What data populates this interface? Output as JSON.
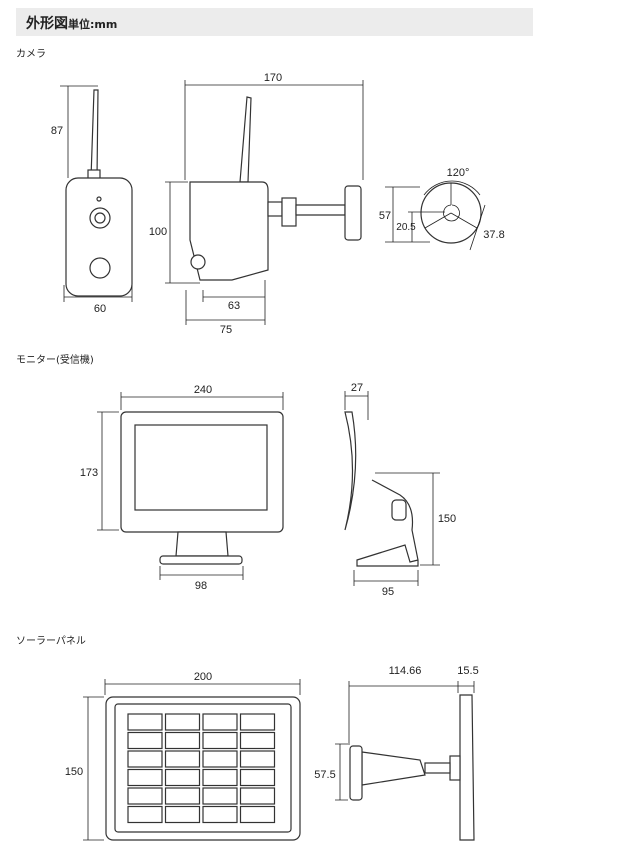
{
  "header": {
    "title": "外形図",
    "unit": "単位:mm"
  },
  "sections": {
    "camera": "カメラ",
    "monitor": "モニター(受信機)",
    "solar": "ソーラーパネル"
  },
  "camera": {
    "antenna_height": "87",
    "width": "60",
    "depth_total": "170",
    "height": "100",
    "depth_body": "63",
    "depth_75": "75",
    "angle": "120°",
    "mount_height": "57",
    "mount_offset": "20.5",
    "mount_dia": "37.8"
  },
  "monitor": {
    "width": "240",
    "height": "173",
    "stand_width": "98",
    "thickness": "27",
    "stand_height": "150",
    "stand_depth": "95"
  },
  "solar": {
    "width": "200",
    "height": "150",
    "arm_length": "114.66",
    "thickness": "15.5",
    "mount_height": "57.5"
  }
}
